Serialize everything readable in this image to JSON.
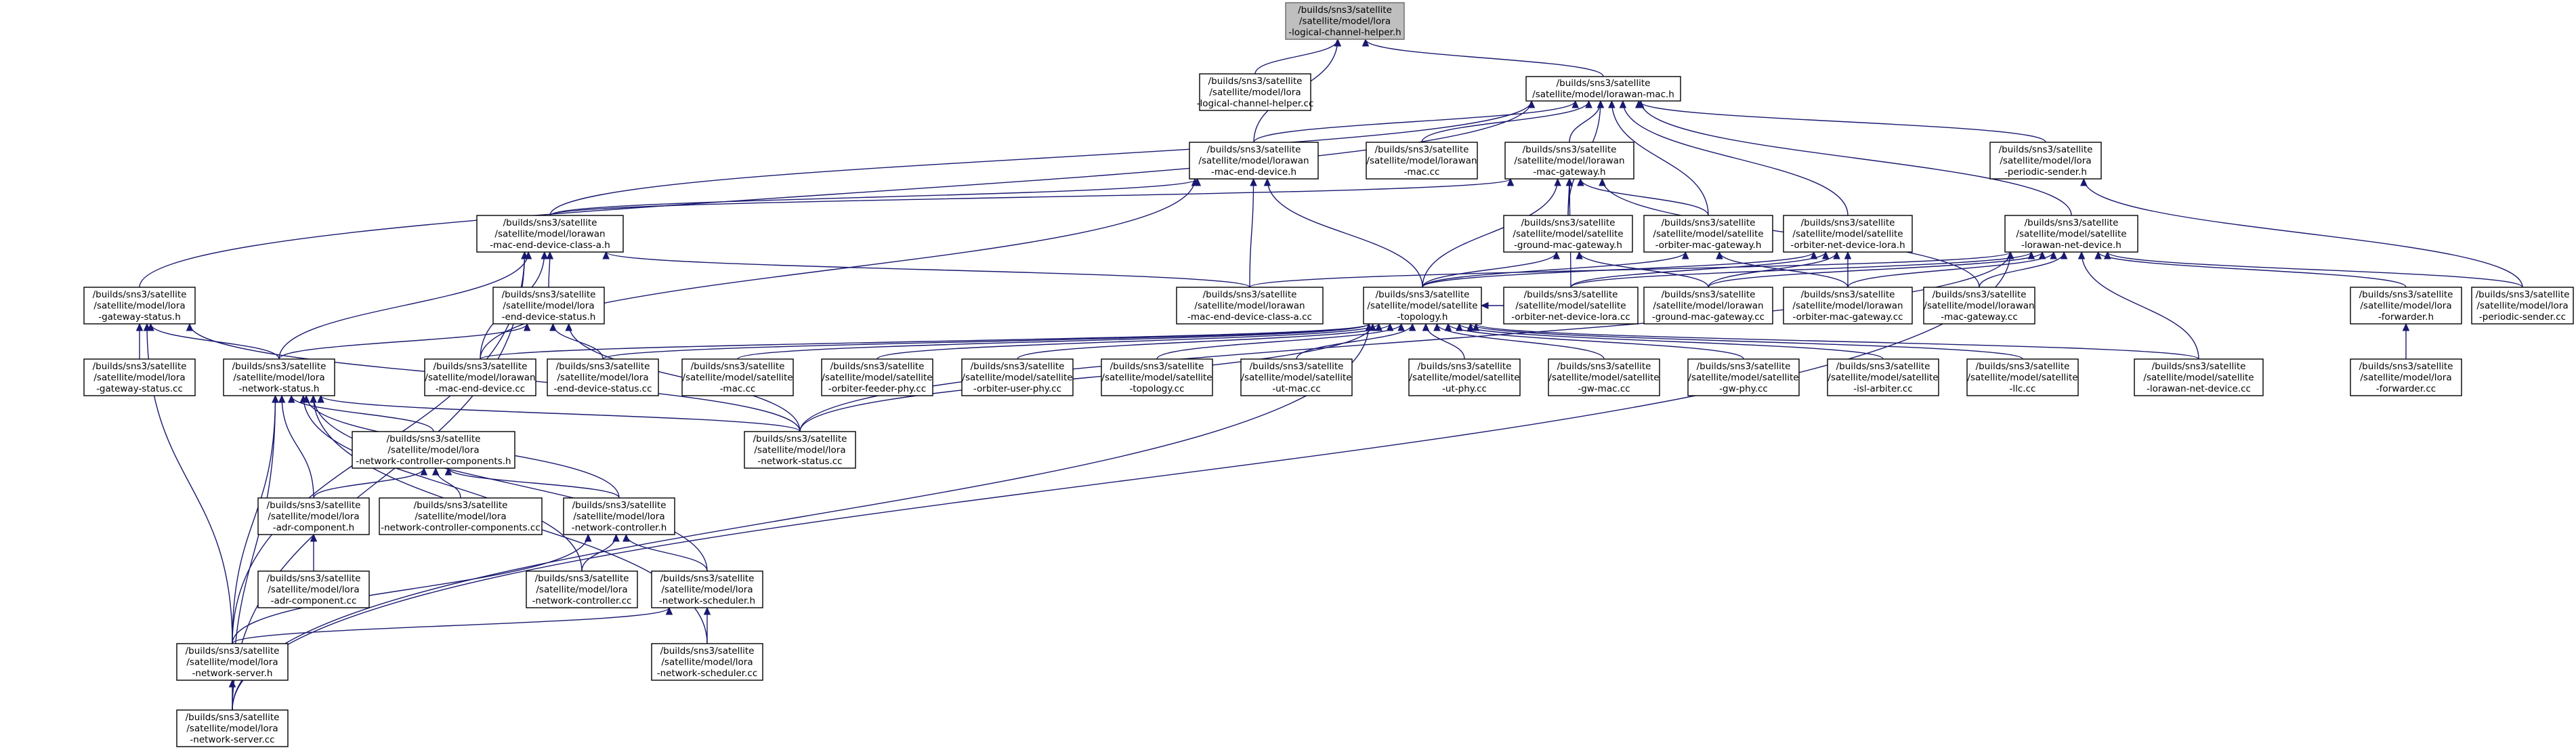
{
  "graph": {
    "type": "include-dependency-graph",
    "colors": {
      "edge": "#191970",
      "root_fill": "#bfbfbf",
      "node_fill": "#ffffff",
      "node_border": "#000000"
    },
    "nodes": [
      {
        "id": "n0",
        "root": true,
        "lines": [
          "/builds/sns3/satellite",
          "/satellite/model/lora",
          "-logical-channel-helper.h"
        ]
      },
      {
        "id": "n1",
        "lines": [
          "/builds/sns3/satellite",
          "/satellite/model/lora",
          "-logical-channel-helper.cc"
        ]
      },
      {
        "id": "n2",
        "lines": [
          "/builds/sns3/satellite",
          "/satellite/model/lorawan-mac.h"
        ]
      },
      {
        "id": "n3",
        "lines": [
          "/builds/sns3/satellite",
          "/satellite/model/lorawan",
          "-mac-end-device.h"
        ]
      },
      {
        "id": "n4",
        "lines": [
          "/builds/sns3/satellite",
          "/satellite/model/lorawan",
          "-mac.cc"
        ]
      },
      {
        "id": "n5",
        "lines": [
          "/builds/sns3/satellite",
          "/satellite/model/lorawan",
          "-mac-gateway.h"
        ]
      },
      {
        "id": "n6",
        "lines": [
          "/builds/sns3/satellite",
          "/satellite/model/lora",
          "-periodic-sender.h"
        ]
      },
      {
        "id": "n7",
        "lines": [
          "/builds/sns3/satellite",
          "/satellite/model/lorawan",
          "-mac-end-device-class-a.h"
        ]
      },
      {
        "id": "n8",
        "lines": [
          "/builds/sns3/satellite",
          "/satellite/model/satellite",
          "-ground-mac-gateway.h"
        ]
      },
      {
        "id": "n9",
        "lines": [
          "/builds/sns3/satellite",
          "/satellite/model/satellite",
          "-orbiter-mac-gateway.h"
        ]
      },
      {
        "id": "n10",
        "lines": [
          "/builds/sns3/satellite",
          "/satellite/model/satellite",
          "-orbiter-net-device-lora.h"
        ]
      },
      {
        "id": "n11",
        "lines": [
          "/builds/sns3/satellite",
          "/satellite/model/satellite",
          "-lorawan-net-device.h"
        ]
      },
      {
        "id": "n12",
        "lines": [
          "/builds/sns3/satellite",
          "/satellite/model/lora",
          "-gateway-status.h"
        ]
      },
      {
        "id": "n13",
        "lines": [
          "/builds/sns3/satellite",
          "/satellite/model/lora",
          "-end-device-status.h"
        ]
      },
      {
        "id": "n14",
        "lines": [
          "/builds/sns3/satellite",
          "/satellite/model/lorawan",
          "-mac-end-device-class-a.cc"
        ]
      },
      {
        "id": "n15",
        "lines": [
          "/builds/sns3/satellite",
          "/satellite/model/satellite",
          "-topology.h"
        ]
      },
      {
        "id": "n16",
        "lines": [
          "/builds/sns3/satellite",
          "/satellite/model/satellite",
          "-orbiter-net-device-lora.cc"
        ]
      },
      {
        "id": "n17",
        "lines": [
          "/builds/sns3/satellite",
          "/satellite/model/lorawan",
          "-ground-mac-gateway.cc"
        ]
      },
      {
        "id": "n18",
        "lines": [
          "/builds/sns3/satellite",
          "/satellite/model/lorawan",
          "-orbiter-mac-gateway.cc"
        ]
      },
      {
        "id": "n19",
        "lines": [
          "/builds/sns3/satellite",
          "/satellite/model/lorawan",
          "-mac-gateway.cc"
        ]
      },
      {
        "id": "n20",
        "lines": [
          "/builds/sns3/satellite",
          "/satellite/model/lora",
          "-forwarder.h"
        ]
      },
      {
        "id": "n21",
        "lines": [
          "/builds/sns3/satellite",
          "/satellite/model/lora",
          "-periodic-sender.cc"
        ]
      },
      {
        "id": "n22",
        "lines": [
          "/builds/sns3/satellite",
          "/satellite/model/lora",
          "-gateway-status.cc"
        ]
      },
      {
        "id": "n23",
        "lines": [
          "/builds/sns3/satellite",
          "/satellite/model/lora",
          "-network-status.h"
        ]
      },
      {
        "id": "n24",
        "lines": [
          "/builds/sns3/satellite",
          "/satellite/model/lorawan",
          "-mac-end-device.cc"
        ]
      },
      {
        "id": "n25",
        "lines": [
          "/builds/sns3/satellite",
          "/satellite/model/lora",
          "-end-device-status.cc"
        ]
      },
      {
        "id": "n26",
        "lines": [
          "/builds/sns3/satellite",
          "/satellite/model/satellite",
          "-mac.cc"
        ]
      },
      {
        "id": "n27",
        "lines": [
          "/builds/sns3/satellite",
          "/satellite/model/satellite",
          "-orbiter-feeder-phy.cc"
        ]
      },
      {
        "id": "n28",
        "lines": [
          "/builds/sns3/satellite",
          "/satellite/model/satellite",
          "-orbiter-user-phy.cc"
        ]
      },
      {
        "id": "n29",
        "lines": [
          "/builds/sns3/satellite",
          "/satellite/model/satellite",
          "-topology.cc"
        ]
      },
      {
        "id": "n30",
        "lines": [
          "/builds/sns3/satellite",
          "/satellite/model/satellite",
          "-ut-mac.cc"
        ]
      },
      {
        "id": "n31",
        "lines": [
          "/builds/sns3/satellite",
          "/satellite/model/satellite",
          "-ut-phy.cc"
        ]
      },
      {
        "id": "n32",
        "lines": [
          "/builds/sns3/satellite",
          "/satellite/model/satellite",
          "-gw-mac.cc"
        ]
      },
      {
        "id": "n33",
        "lines": [
          "/builds/sns3/satellite",
          "/satellite/model/satellite",
          "-gw-phy.cc"
        ]
      },
      {
        "id": "n34",
        "lines": [
          "/builds/sns3/satellite",
          "/satellite/model/satellite",
          "-isl-arbiter.cc"
        ]
      },
      {
        "id": "n35",
        "lines": [
          "/builds/sns3/satellite",
          "/satellite/model/satellite",
          "-llc.cc"
        ]
      },
      {
        "id": "n36",
        "lines": [
          "/builds/sns3/satellite",
          "/satellite/model/satellite",
          "-lorawan-net-device.cc"
        ]
      },
      {
        "id": "n37",
        "lines": [
          "/builds/sns3/satellite",
          "/satellite/model/lora",
          "-forwarder.cc"
        ]
      },
      {
        "id": "n38",
        "lines": [
          "/builds/sns3/satellite",
          "/satellite/model/lora",
          "-network-controller-components.h"
        ]
      },
      {
        "id": "n39",
        "lines": [
          "/builds/sns3/satellite",
          "/satellite/model/lora",
          "-network-status.cc"
        ]
      },
      {
        "id": "n40",
        "lines": [
          "/builds/sns3/satellite",
          "/satellite/model/lora",
          "-adr-component.h"
        ]
      },
      {
        "id": "n41",
        "lines": [
          "/builds/sns3/satellite",
          "/satellite/model/lora",
          "-network-controller-components.cc"
        ]
      },
      {
        "id": "n42",
        "lines": [
          "/builds/sns3/satellite",
          "/satellite/model/lora",
          "-network-controller.h"
        ]
      },
      {
        "id": "n43",
        "lines": [
          "/builds/sns3/satellite",
          "/satellite/model/lora",
          "-adr-component.cc"
        ]
      },
      {
        "id": "n44",
        "lines": [
          "/builds/sns3/satellite",
          "/satellite/model/lora",
          "-network-controller.cc"
        ]
      },
      {
        "id": "n45",
        "lines": [
          "/builds/sns3/satellite",
          "/satellite/model/lora",
          "-network-scheduler.h"
        ]
      },
      {
        "id": "n46",
        "lines": [
          "/builds/sns3/satellite",
          "/satellite/model/lora",
          "-network-server.h"
        ]
      },
      {
        "id": "n47",
        "lines": [
          "/builds/sns3/satellite",
          "/satellite/model/lora",
          "-network-scheduler.cc"
        ]
      },
      {
        "id": "n48",
        "lines": [
          "/builds/sns3/satellite",
          "/satellite/model/lora",
          "-network-server.cc"
        ]
      }
    ],
    "edges": [
      [
        "n1",
        "n0"
      ],
      [
        "n2",
        "n0"
      ],
      [
        "n3",
        "n0"
      ],
      [
        "n3",
        "n2"
      ],
      [
        "n4",
        "n2"
      ],
      [
        "n5",
        "n2"
      ],
      [
        "n6",
        "n2"
      ],
      [
        "n7",
        "n2"
      ],
      [
        "n8",
        "n2"
      ],
      [
        "n9",
        "n2"
      ],
      [
        "n10",
        "n2"
      ],
      [
        "n11",
        "n2"
      ],
      [
        "n12",
        "n2"
      ],
      [
        "n7",
        "n3"
      ],
      [
        "n14",
        "n3"
      ],
      [
        "n15",
        "n3"
      ],
      [
        "n24",
        "n3"
      ],
      [
        "n7",
        "n5"
      ],
      [
        "n8",
        "n5"
      ],
      [
        "n9",
        "n5"
      ],
      [
        "n15",
        "n5"
      ],
      [
        "n16",
        "n5"
      ],
      [
        "n19",
        "n5"
      ],
      [
        "n21",
        "n6"
      ],
      [
        "n13",
        "n7"
      ],
      [
        "n14",
        "n7"
      ],
      [
        "n23",
        "n7"
      ],
      [
        "n24",
        "n7"
      ],
      [
        "n46",
        "n7"
      ],
      [
        "n48",
        "n7"
      ],
      [
        "n15",
        "n8"
      ],
      [
        "n17",
        "n8"
      ],
      [
        "n15",
        "n9"
      ],
      [
        "n18",
        "n9"
      ],
      [
        "n15",
        "n10"
      ],
      [
        "n16",
        "n10"
      ],
      [
        "n17",
        "n10"
      ],
      [
        "n18",
        "n10"
      ],
      [
        "n14",
        "n11"
      ],
      [
        "n16",
        "n11"
      ],
      [
        "n17",
        "n11"
      ],
      [
        "n18",
        "n11"
      ],
      [
        "n19",
        "n11"
      ],
      [
        "n20",
        "n11"
      ],
      [
        "n21",
        "n11"
      ],
      [
        "n36",
        "n11"
      ],
      [
        "n39",
        "n11"
      ],
      [
        "n48",
        "n11"
      ],
      [
        "n22",
        "n12"
      ],
      [
        "n23",
        "n12"
      ],
      [
        "n39",
        "n12"
      ],
      [
        "n46",
        "n12"
      ],
      [
        "n23",
        "n13"
      ],
      [
        "n25",
        "n13"
      ],
      [
        "n39",
        "n13"
      ],
      [
        "n16",
        "n15"
      ],
      [
        "n24",
        "n15"
      ],
      [
        "n25",
        "n15"
      ],
      [
        "n26",
        "n15"
      ],
      [
        "n27",
        "n15"
      ],
      [
        "n28",
        "n15"
      ],
      [
        "n29",
        "n15"
      ],
      [
        "n30",
        "n15"
      ],
      [
        "n31",
        "n15"
      ],
      [
        "n32",
        "n15"
      ],
      [
        "n33",
        "n15"
      ],
      [
        "n34",
        "n15"
      ],
      [
        "n35",
        "n15"
      ],
      [
        "n36",
        "n15"
      ],
      [
        "n39",
        "n15"
      ],
      [
        "n48",
        "n15"
      ],
      [
        "n37",
        "n20"
      ],
      [
        "n38",
        "n23"
      ],
      [
        "n39",
        "n23"
      ],
      [
        "n40",
        "n23"
      ],
      [
        "n42",
        "n23"
      ],
      [
        "n45",
        "n23"
      ],
      [
        "n46",
        "n23"
      ],
      [
        "n48",
        "n23"
      ],
      [
        "n44",
        "n23"
      ],
      [
        "n47",
        "n23"
      ],
      [
        "n40",
        "n38"
      ],
      [
        "n41",
        "n38"
      ],
      [
        "n42",
        "n38"
      ],
      [
        "n43",
        "n40"
      ],
      [
        "n44",
        "n42"
      ],
      [
        "n45",
        "n42"
      ],
      [
        "n46",
        "n42"
      ],
      [
        "n46",
        "n45"
      ],
      [
        "n47",
        "n45"
      ],
      [
        "n48",
        "n46"
      ]
    ]
  }
}
